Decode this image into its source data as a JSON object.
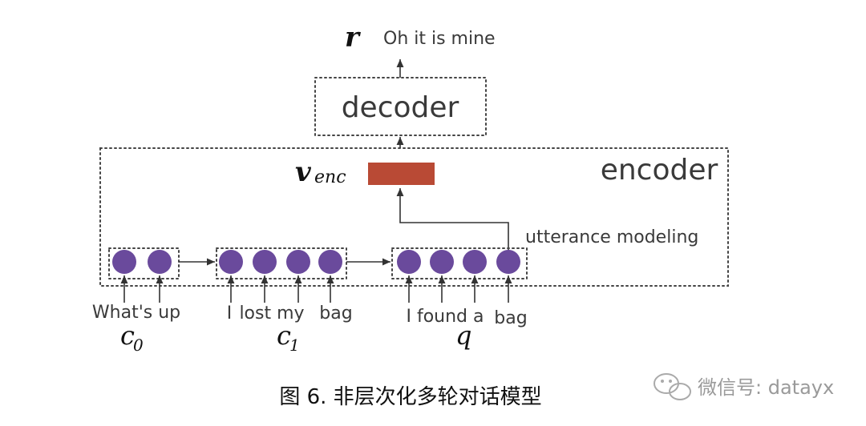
{
  "diagram": {
    "output_symbol": "r",
    "output_text": "Oh it is mine",
    "decoder_label": "decoder",
    "encoder_label": "encoder",
    "venc_main": "v",
    "venc_sub": "enc",
    "utterance_label": "utterance modeling",
    "venc_color": "#b94a35",
    "dot_color": "#6a4a9c",
    "groups": [
      {
        "words": [
          "What's up"
        ],
        "symbol": "c",
        "subscript": "0"
      },
      {
        "words": [
          "I",
          "lost my",
          "bag"
        ],
        "symbol": "c",
        "subscript": "1"
      },
      {
        "words": [
          "I found a",
          "bag"
        ],
        "symbol": "q",
        "subscript": ""
      }
    ]
  },
  "caption": "图 6.  非层次化多轮对话模型",
  "watermark": "微信号: datayx"
}
